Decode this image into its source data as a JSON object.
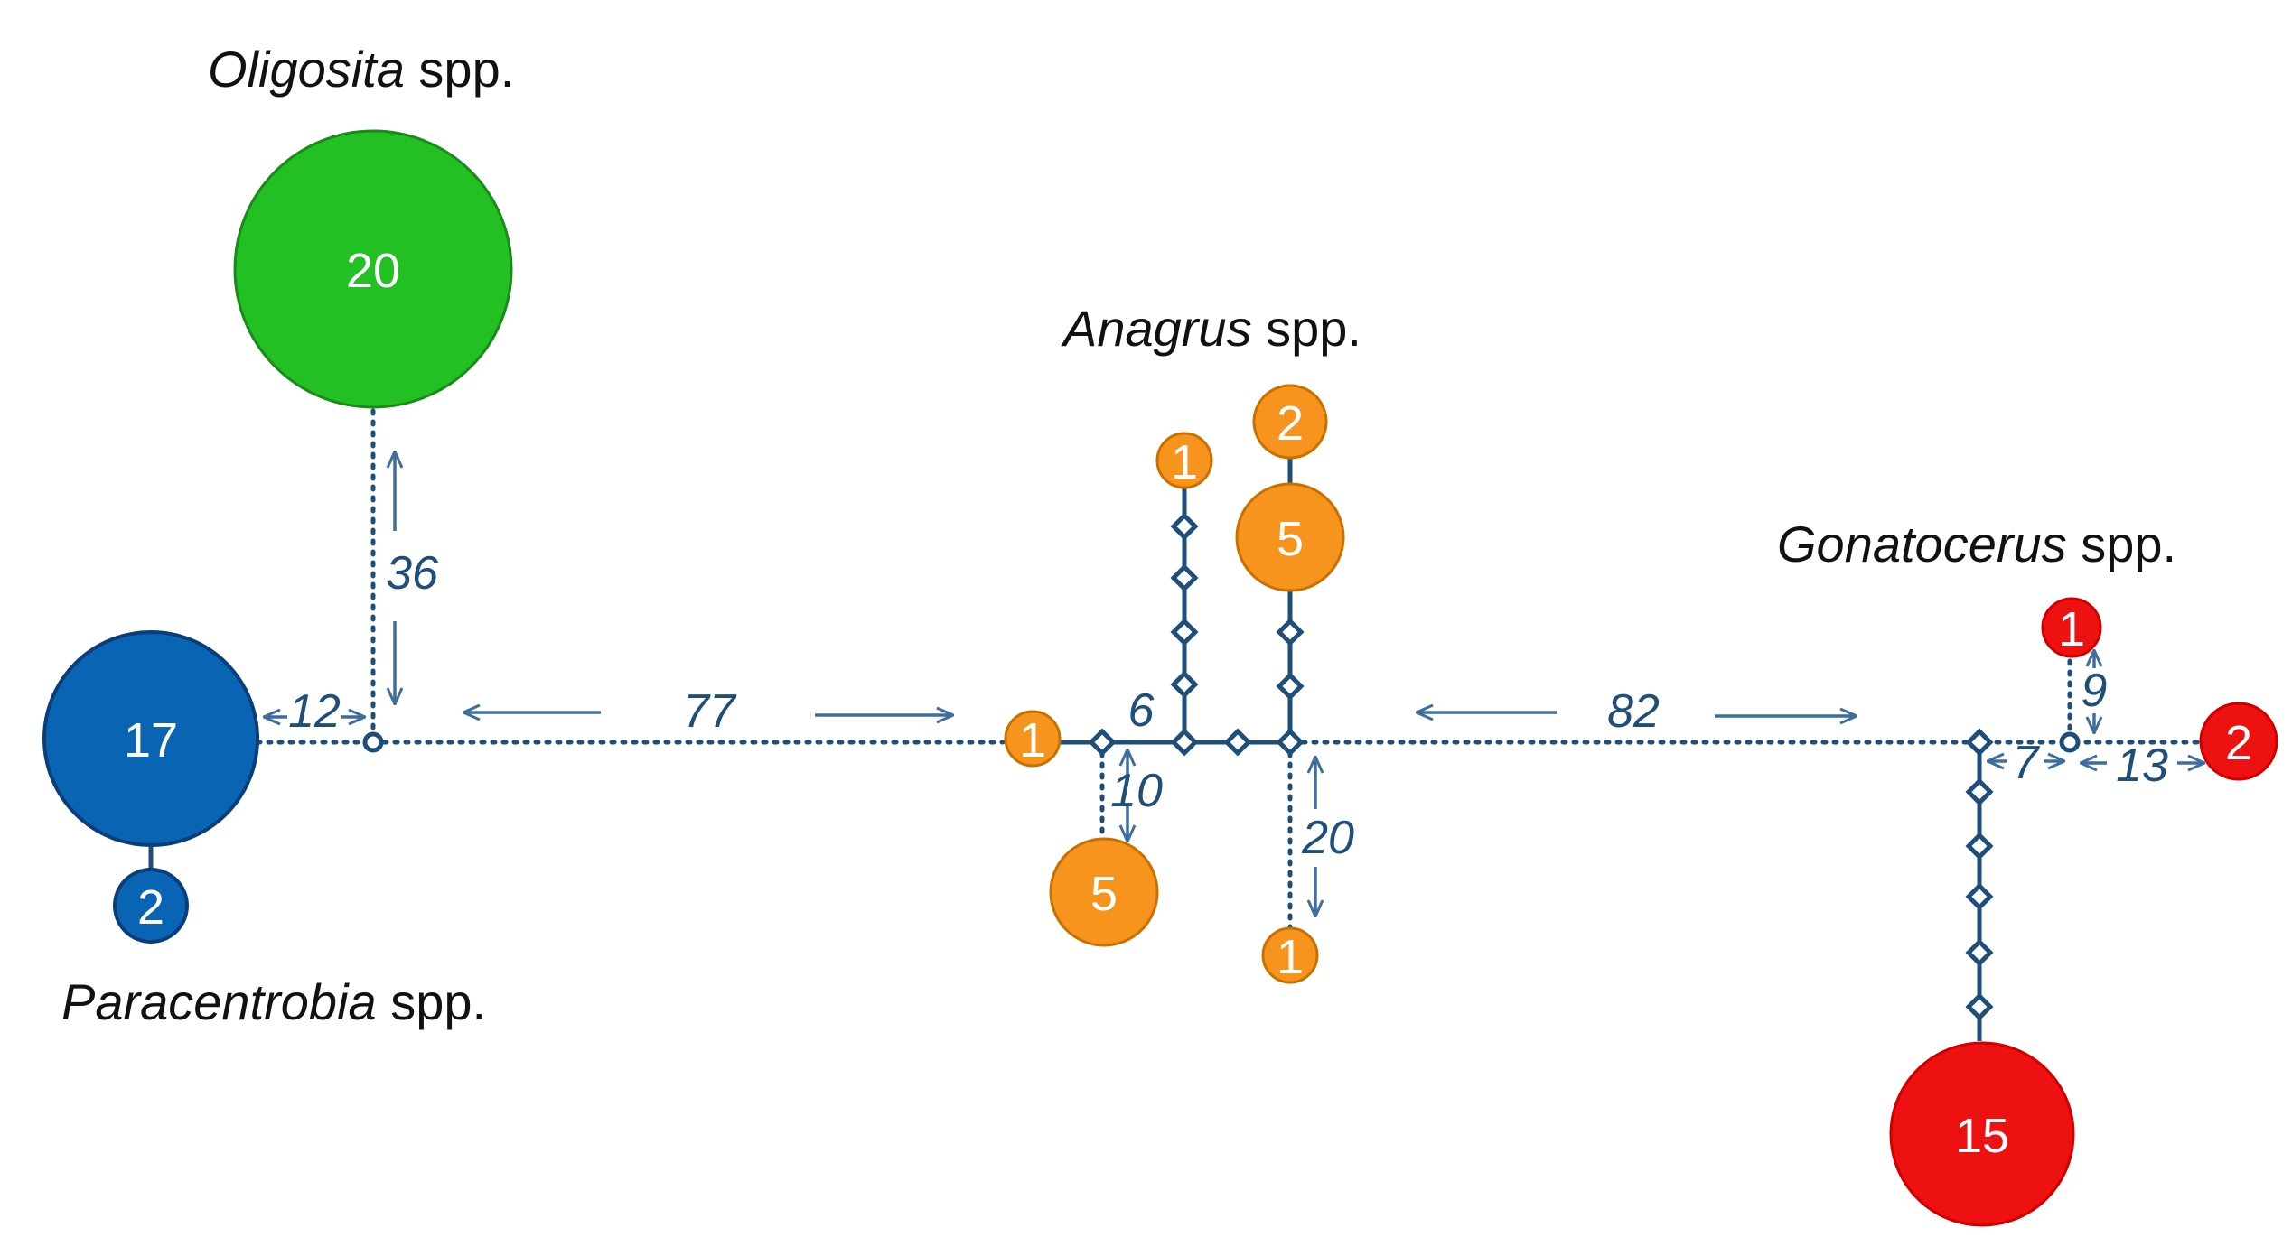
{
  "genus_labels": {
    "oligosita": {
      "italic": "Oligosita",
      "suffix": " spp."
    },
    "paracentrobia": {
      "italic": "Paracentrobia",
      "suffix": " spp."
    },
    "anagrus": {
      "italic": "Anagrus",
      "suffix": " spp."
    },
    "gonatocerus": {
      "italic": "Gonatocerus",
      "suffix": " spp."
    }
  },
  "haplotypes": {
    "oligosita_main": {
      "count": "20",
      "color": "#22c022"
    },
    "paracentrobia_main": {
      "count": "17",
      "color": "#0a64b4"
    },
    "paracentrobia_minor": {
      "count": "2",
      "color": "#0a64b4"
    },
    "anagrus_left": {
      "count": "1",
      "color": "#f7941d"
    },
    "anagrus_lower5": {
      "count": "5",
      "color": "#f7941d"
    },
    "anagrus_top1": {
      "count": "1",
      "color": "#f7941d"
    },
    "anagrus_upper5": {
      "count": "5",
      "color": "#f7941d"
    },
    "anagrus_top2": {
      "count": "2",
      "color": "#f7941d"
    },
    "anagrus_bottom1": {
      "count": "1",
      "color": "#f7941d"
    },
    "gonatocerus_main": {
      "count": "15",
      "color": "#ee1111"
    },
    "gonatocerus_top1": {
      "count": "1",
      "color": "#ee1111"
    },
    "gonatocerus_right2": {
      "count": "2",
      "color": "#ee1111"
    }
  },
  "mutation_steps": {
    "oligosita_link": "36",
    "paracentrobia_link": "12",
    "paracentrobia_to_anagrus": "77",
    "anagrus_internal": "6",
    "anagrus_lower_branch": "10",
    "anagrus_bottom_branch": "20",
    "anagrus_to_gonatocerus": "82",
    "gonatocerus_left_gap": "7",
    "gonatocerus_vertical": "9",
    "gonatocerus_right_gap": "13"
  },
  "colors": {
    "edge": "#1f4e79",
    "arrow": "#3f6e9e",
    "oligosita": "#22c022",
    "paracentrobia": "#0a64b4",
    "anagrus": "#f7941d",
    "gonatocerus": "#ee1111"
  }
}
